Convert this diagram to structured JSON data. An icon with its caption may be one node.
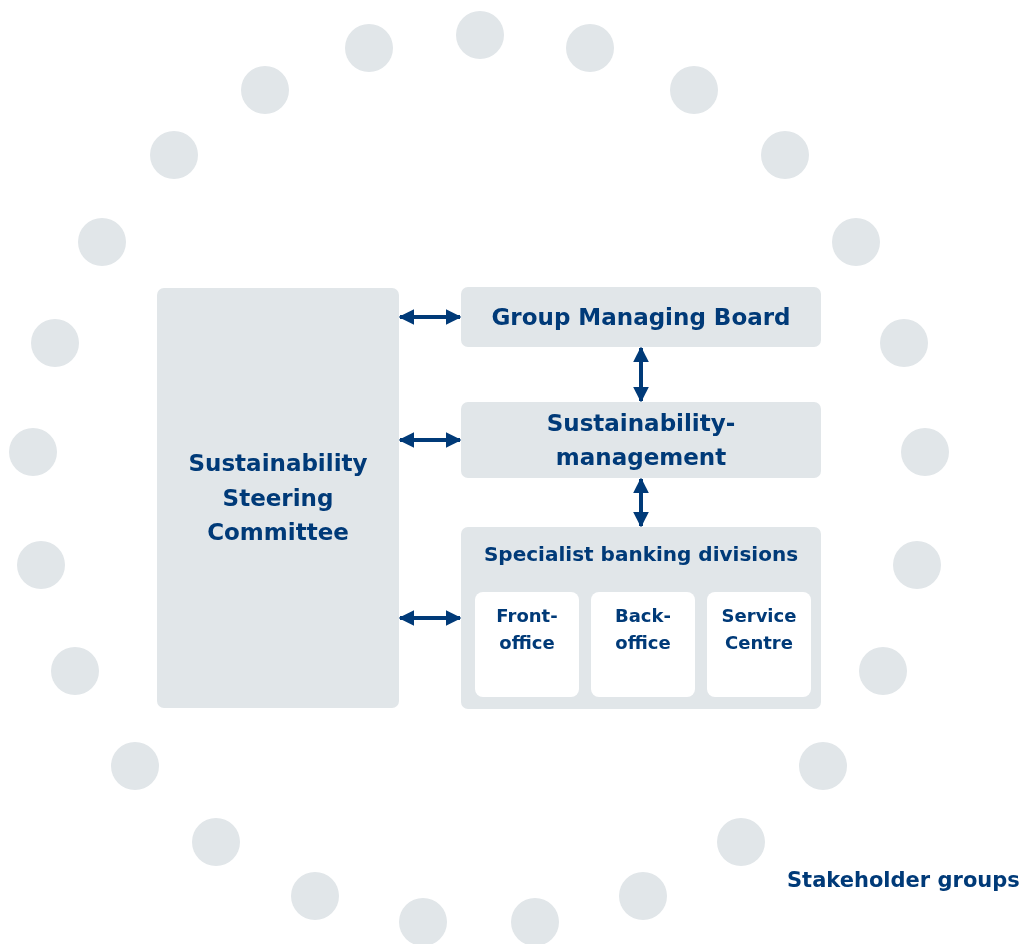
{
  "diagram": {
    "nodes": [
      {
        "text": [
          "Sustainability Steering Committee"
        ]
      },
      {
        "text": [
          "Group Managing Board"
        ]
      },
      {
        "text": [
          "Sustainability-management"
        ]
      },
      {
        "text": [
          "Specialist banking divisions"
        ]
      },
      {
        "text": [
          "Front-office"
        ],
        "in": 3
      },
      {
        "text": [
          "Back-office"
        ],
        "in": 3
      },
      {
        "text": [
          "Service Centre"
        ],
        "in": 3
      }
    ],
    "edges": [
      {
        "from": 0,
        "to": 1,
        "arrow": "both"
      },
      {
        "from": 0,
        "to": 2,
        "arrow": "both"
      },
      {
        "from": 0,
        "to": 3,
        "arrow": "both"
      },
      {
        "from": 1,
        "to": 2,
        "arrow": "both"
      },
      {
        "from": 2,
        "to": 3,
        "arrow": "both"
      }
    ],
    "labels": [
      "Stakeholder groups"
    ]
  }
}
